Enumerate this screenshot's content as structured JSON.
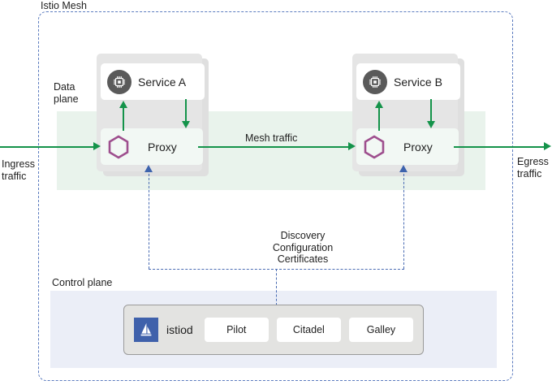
{
  "diagram": {
    "title": "Istio Mesh",
    "type": "architecture",
    "zones": {
      "data_plane_label": "Data\nplane",
      "control_plane_label": "Control plane"
    },
    "traffic": {
      "ingress_label": "Ingress\ntraffic",
      "egress_label": "Egress\ntraffic",
      "mesh_label": "Mesh traffic"
    },
    "control_channel_label": "Discovery\nConfiguration\nCertificates",
    "pods": [
      {
        "service_name": "Service A",
        "proxy_name": "Proxy",
        "service_icon": "chip-icon",
        "proxy_icon": "hexagon-icon"
      },
      {
        "service_name": "Service B",
        "proxy_name": "Proxy",
        "service_icon": "chip-icon",
        "proxy_icon": "hexagon-icon"
      }
    ],
    "istiod": {
      "logo_icon": "istio-sailboat-icon",
      "name": "istiod",
      "components": [
        "Pilot",
        "Citadel",
        "Galley"
      ]
    },
    "colors": {
      "mesh_border": "#5b7bbf",
      "data_plane_bg": "#e9f3ec",
      "control_plane_bg": "#ebeef7",
      "traffic_arrow": "#14934a",
      "control_arrow": "#4a6cb3",
      "proxy_hexagon": "#9e4f8e",
      "service_icon_bg": "#5a5a5a",
      "istiod_logo_bg": "#3f61ab",
      "pod_bg": "#e5e5e5"
    }
  }
}
